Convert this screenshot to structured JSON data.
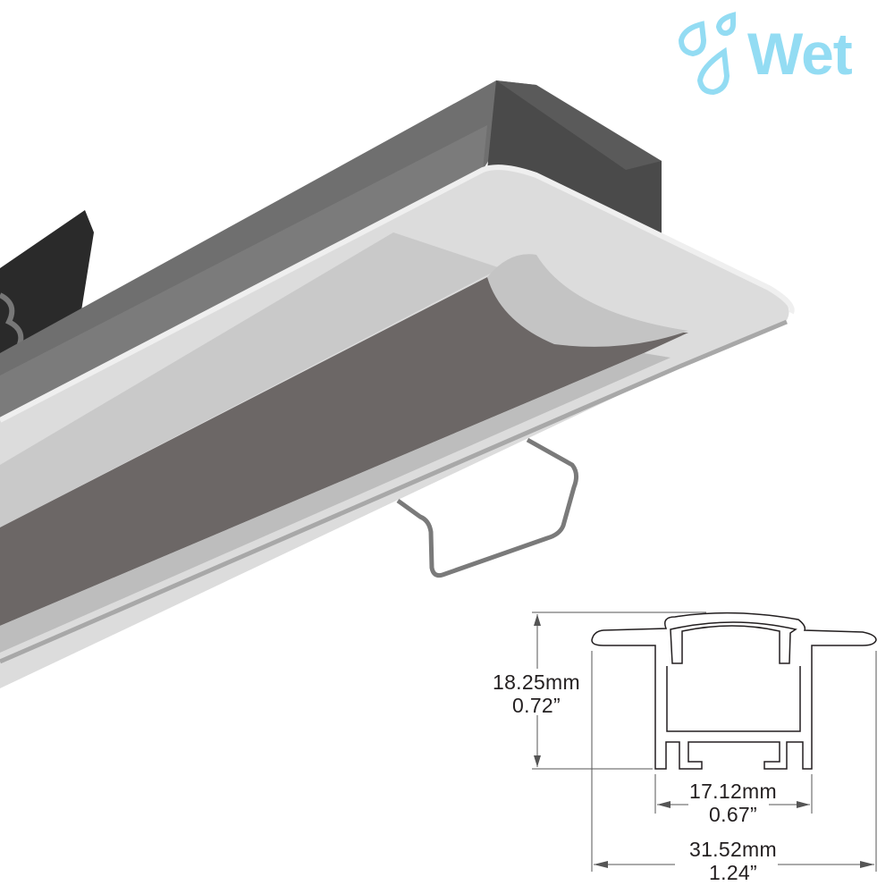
{
  "badge": {
    "label": "Wet",
    "color": "#93dcf3",
    "icon": "water-drops-icon"
  },
  "dimensions": {
    "height": {
      "mm": "18.25mm",
      "in": "0.72”"
    },
    "inner_width": {
      "mm": "17.12mm",
      "in": "0.67”"
    },
    "overall_width": {
      "mm": "31.52mm",
      "in": "1.24”"
    }
  }
}
